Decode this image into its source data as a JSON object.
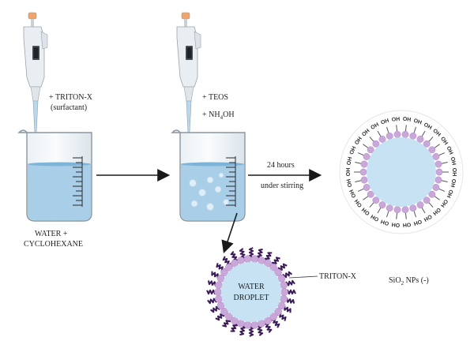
{
  "labels": {
    "step1_line1": "+ TRITON-X",
    "step1_line2": "(surfactant)",
    "step2_teos": "+ TEOS",
    "step2_nh4oh_prefix": "+ NH",
    "step2_nh4oh_sub": "4",
    "step2_nh4oh_suffix": "OH",
    "beaker1_line1": "WATER +",
    "beaker1_line2": "CYCLOHEXANE",
    "arrow3_line1": "24 hours",
    "arrow3_line2": "under stirring",
    "droplet_line1": "WATER",
    "droplet_line2": "DROPLET",
    "triton_label": "TRITON-X",
    "sio2_prefix": "SiO",
    "sio2_sub": "2",
    "sio2_suffix": " NPs (-)"
  },
  "np_group": "OH",
  "colors": {
    "liquid": "#a9cfe8",
    "liquid_top": "#7fb4d9",
    "core": "#c6e2f3",
    "micelle_head": "#c9a7d9",
    "micelle_tail": "#3a1a57",
    "pipette_body": "#e9eef2",
    "pipette_cap": "#f0a36a",
    "arrow": "#1a1a1a"
  }
}
